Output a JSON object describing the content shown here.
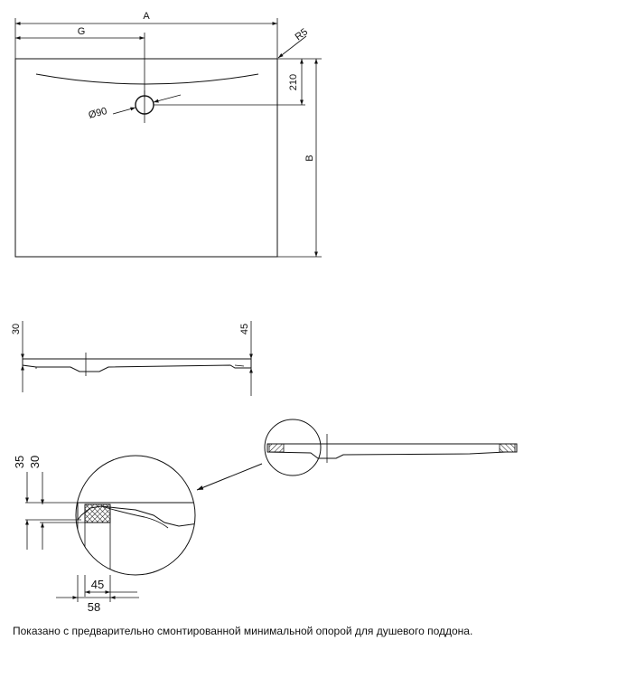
{
  "top_view": {
    "dim_width": "A",
    "dim_drain_offset": "G",
    "dim_corner_radius": "R5",
    "dim_drain_distance": "210",
    "dim_depth": "B",
    "dim_drain_diameter": "Ø90"
  },
  "side_view": {
    "dim_left_height": "30",
    "dim_right_height": "45"
  },
  "detail_view": {
    "dim_total_height": "35",
    "dim_tray_height": "30",
    "dim_inner_offset": "45",
    "dim_outer_offset": "58"
  },
  "caption": "Показано с предварительно смонтированной минимальной опорой для душевого поддона."
}
